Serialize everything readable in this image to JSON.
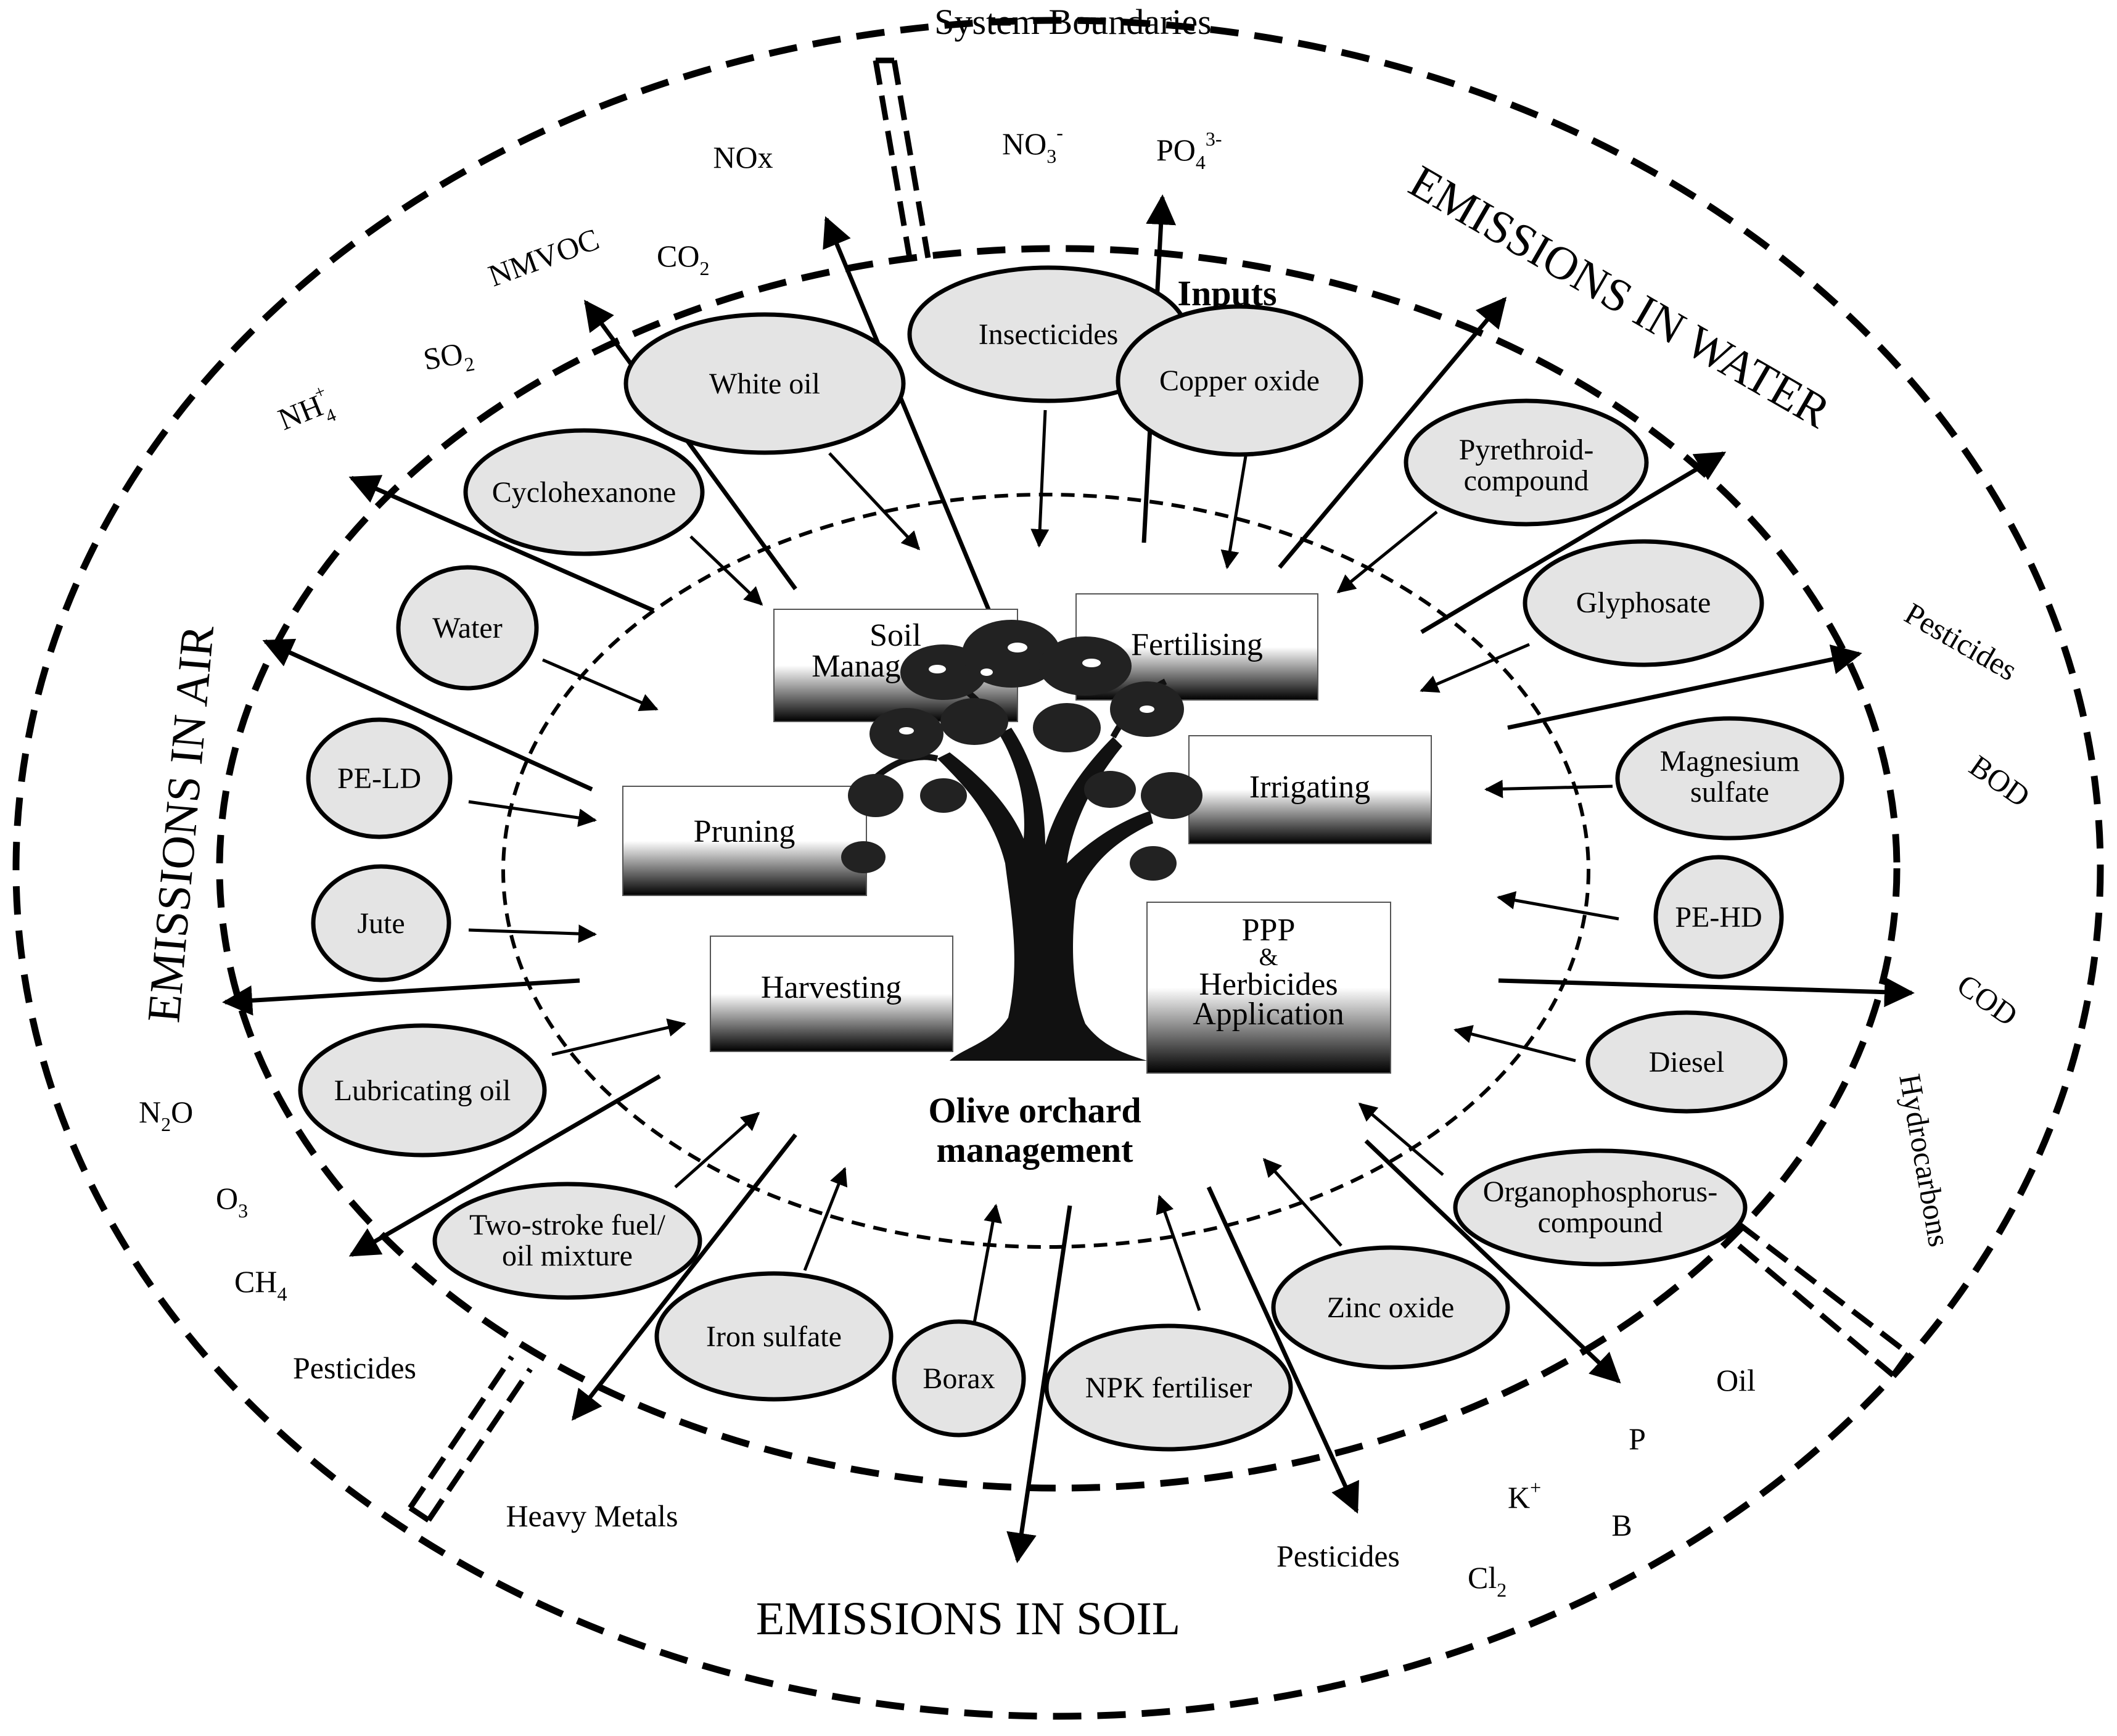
{
  "headers": {
    "system_boundaries": "System Boundaries",
    "inputs": "Inputs",
    "emissions_air": "EMISSIONS IN AIR",
    "emissions_water": "EMISSIONS IN WATER",
    "emissions_soil": "EMISSIONS IN SOIL"
  },
  "center": {
    "line1": "Olive orchard",
    "line2": "management"
  },
  "processes": {
    "soil_management": [
      "Soil",
      "Management"
    ],
    "fertilising": "Fertilising",
    "irrigating": "Irrigating",
    "pruning": "Pruning",
    "harvesting": "Harvesting",
    "ppp": [
      "PPP",
      "&",
      "Herbicides",
      "Application"
    ]
  },
  "inputs": {
    "insecticides": "Insecticides",
    "white_oil": "White oil",
    "copper_oxide": "Copper oxide",
    "pyrethroid": [
      "Pyrethroid-",
      "compound"
    ],
    "cyclohexanone": "Cyclohexanone",
    "glyphosate": "Glyphosate",
    "water": "Water",
    "magnesium_sulfate": [
      "Magnesium",
      "sulfate"
    ],
    "pe_ld": "PE-LD",
    "pe_hd": "PE-HD",
    "jute": "Jute",
    "diesel": "Diesel",
    "lubricating_oil": "Lubricating oil",
    "organophosphorus": [
      "Organophosphorus-",
      "compound"
    ],
    "two_stroke": [
      "Two-stroke fuel/",
      "oil mixture"
    ],
    "zinc_oxide": "Zinc oxide",
    "iron_sulfate": "Iron sulfate",
    "borax": "Borax",
    "npk": "NPK fertiliser"
  },
  "emissions_air": {
    "nox": "NOx",
    "nmvoc": "NMVOC",
    "co2": "CO",
    "co2_sub": "2",
    "so2": "SO",
    "so2_sub": "2",
    "nh4": "NH",
    "nh4_sub": "4",
    "nh4_sup": "+",
    "n2o_a": "N",
    "n2o_sub": "2",
    "n2o_b": "O",
    "o3": "O",
    "o3_sub": "3",
    "ch4": "CH",
    "ch4_sub": "4",
    "pesticides": "Pesticides"
  },
  "emissions_water": {
    "no3": "NO",
    "no3_sub": "3",
    "no3_sup": "-",
    "po4": "PO",
    "po4_sub": "4",
    "po4_sup": "3-",
    "pesticides": "Pesticides",
    "bod": "BOD",
    "cod": "COD",
    "hydrocarbons": "Hydrocarbons"
  },
  "emissions_soil": {
    "oil": "Oil",
    "p": "P",
    "k": "K",
    "k_sup": "+",
    "b": "B",
    "cl": "Cl",
    "cl_sub": "2",
    "pesticides": "Pesticides",
    "heavy_metals": "Heavy Metals"
  }
}
